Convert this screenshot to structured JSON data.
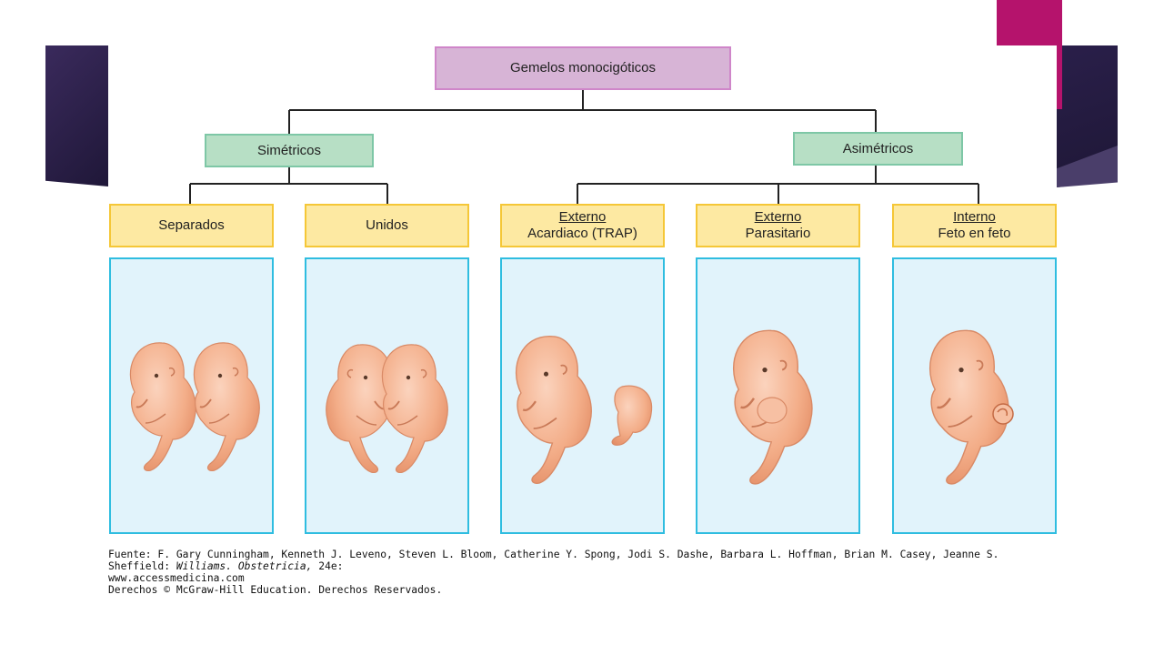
{
  "diagram": {
    "root": "Gemelos monocigóticos",
    "branches": [
      {
        "label": "Simétricos",
        "children": [
          {
            "line1": "Separados",
            "line2": ""
          },
          {
            "line1": "Unidos",
            "line2": ""
          }
        ]
      },
      {
        "label": "Asimétricos",
        "children": [
          {
            "line1": "Externo",
            "line2": "Acardiaco (TRAP)"
          },
          {
            "line1": "Externo",
            "line2": "Parasitario"
          },
          {
            "line1": "Interno",
            "line2": "Feto en feto"
          }
        ]
      }
    ]
  },
  "source": {
    "prefix": "Fuente: F. Gary Cunningham, Kenneth J. Leveno, Steven L. Bloom, Catherine Y. Spong, Jodi S. Dashe, Barbara L. Hoffman, Brian M. Casey, Jeanne S. Sheffield: ",
    "title": "Williams. Obstetricia,",
    "edition": " 24e:",
    "url": "www.accessmedicina.com",
    "rights": "Derechos © McGraw-Hill Education. Derechos Reservados."
  },
  "colors": {
    "root_fill": "#d7b4d6",
    "root_border": "#cf86c9",
    "mid_fill": "#b7dfc5",
    "mid_border": "#7ec7a6",
    "leaf_fill": "#fde9a2",
    "leaf_border": "#f5c737",
    "image_panel_fill": "#e1f3fb",
    "image_panel_border": "#2fbde0",
    "slide_dark": "#2a1f4a",
    "slide_accent": "#b5136c",
    "fetus_skin": "#f0a079"
  }
}
